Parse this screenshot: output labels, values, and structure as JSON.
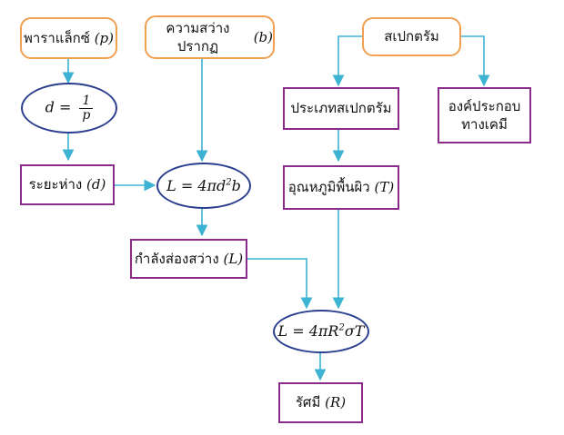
{
  "nodes": {
    "parallax": {
      "label": "พาราแล็กซ์",
      "symbol": "(p)"
    },
    "brightness": {
      "label": "ความสว่างปรากฏ",
      "symbol": "(b)"
    },
    "spectrum": {
      "label": "สเปกตรัม"
    },
    "distance_formula": {
      "lhs": "d =",
      "num": "1",
      "den": "p"
    },
    "spectral_type": {
      "label": "ประเภทสเปกตรัม"
    },
    "composition": {
      "line1": "องค์ประกอบ",
      "line2": "ทางเคมี"
    },
    "distance": {
      "label": "ระยะห่าง",
      "symbol": "(d)"
    },
    "luminosity_formula": {
      "main": "L = 4πd",
      "exp": "2",
      "tail": "b"
    },
    "temperature": {
      "label": "อุณหภูมิพื้นผิว",
      "symbol": "(T)"
    },
    "luminosity": {
      "label": "กำลังส่องสว่าง",
      "symbol": "(L)"
    },
    "radius_formula": {
      "main": "L = 4πR",
      "exp": "2",
      "tail": "σT"
    },
    "radius": {
      "label": "รัศมี",
      "symbol": "(R)"
    }
  },
  "colors": {
    "arrow": "#3cb3d2",
    "rounded_border": "#f0a050",
    "rect_border": "#8a2a8a",
    "oval_border": "#2a3f8f"
  }
}
